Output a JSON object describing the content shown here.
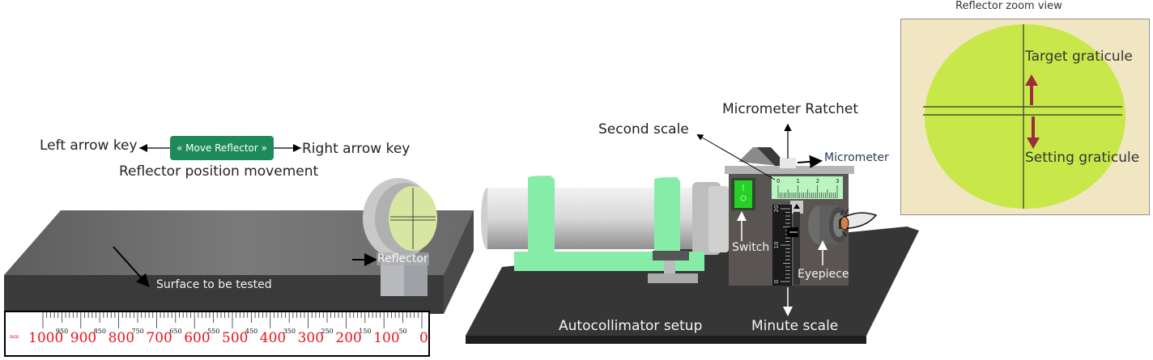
{
  "controls": {
    "left_key_label": "Left arrow key",
    "right_key_label": "Right arrow key",
    "move_button_label": "« Move Reflector »",
    "movement_caption": "Reflector position movement"
  },
  "labels": {
    "surface": "Surface to be tested",
    "reflector": "Reflector",
    "second_scale": "Second scale",
    "micrometer_ratchet": "Micrometer Ratchet",
    "micrometer": "Micrometer",
    "switch": "Switch",
    "eyepiece": "Eyepiece",
    "autocollimator_setup": "Autocollimator setup",
    "minute_scale": "Minute scale"
  },
  "zoom_view": {
    "title": "Reflector zoom view",
    "target_label": "Target graticule",
    "setting_label": "Setting graticule"
  },
  "ruler": {
    "unit": "mm",
    "major": [
      "1000",
      "900",
      "800",
      "700",
      "600",
      "500",
      "400",
      "300",
      "200",
      "100",
      "0"
    ],
    "minor": [
      "950",
      "850",
      "750",
      "650",
      "550",
      "450",
      "350",
      "250",
      "150",
      "50"
    ]
  },
  "second_scale": {
    "ticks": [
      "0",
      "1",
      "2",
      "3"
    ]
  },
  "minute_scale": {
    "ticks": [
      "20",
      "10",
      "0"
    ]
  },
  "colors": {
    "button_green": "#1e8a5a",
    "ruler_red": "#e8131b",
    "graticule_green": "#c8e84a",
    "zoom_bg": "#f1e6c2",
    "arrow_maroon": "#9b2d3c",
    "holder_green": "#86eda8"
  }
}
